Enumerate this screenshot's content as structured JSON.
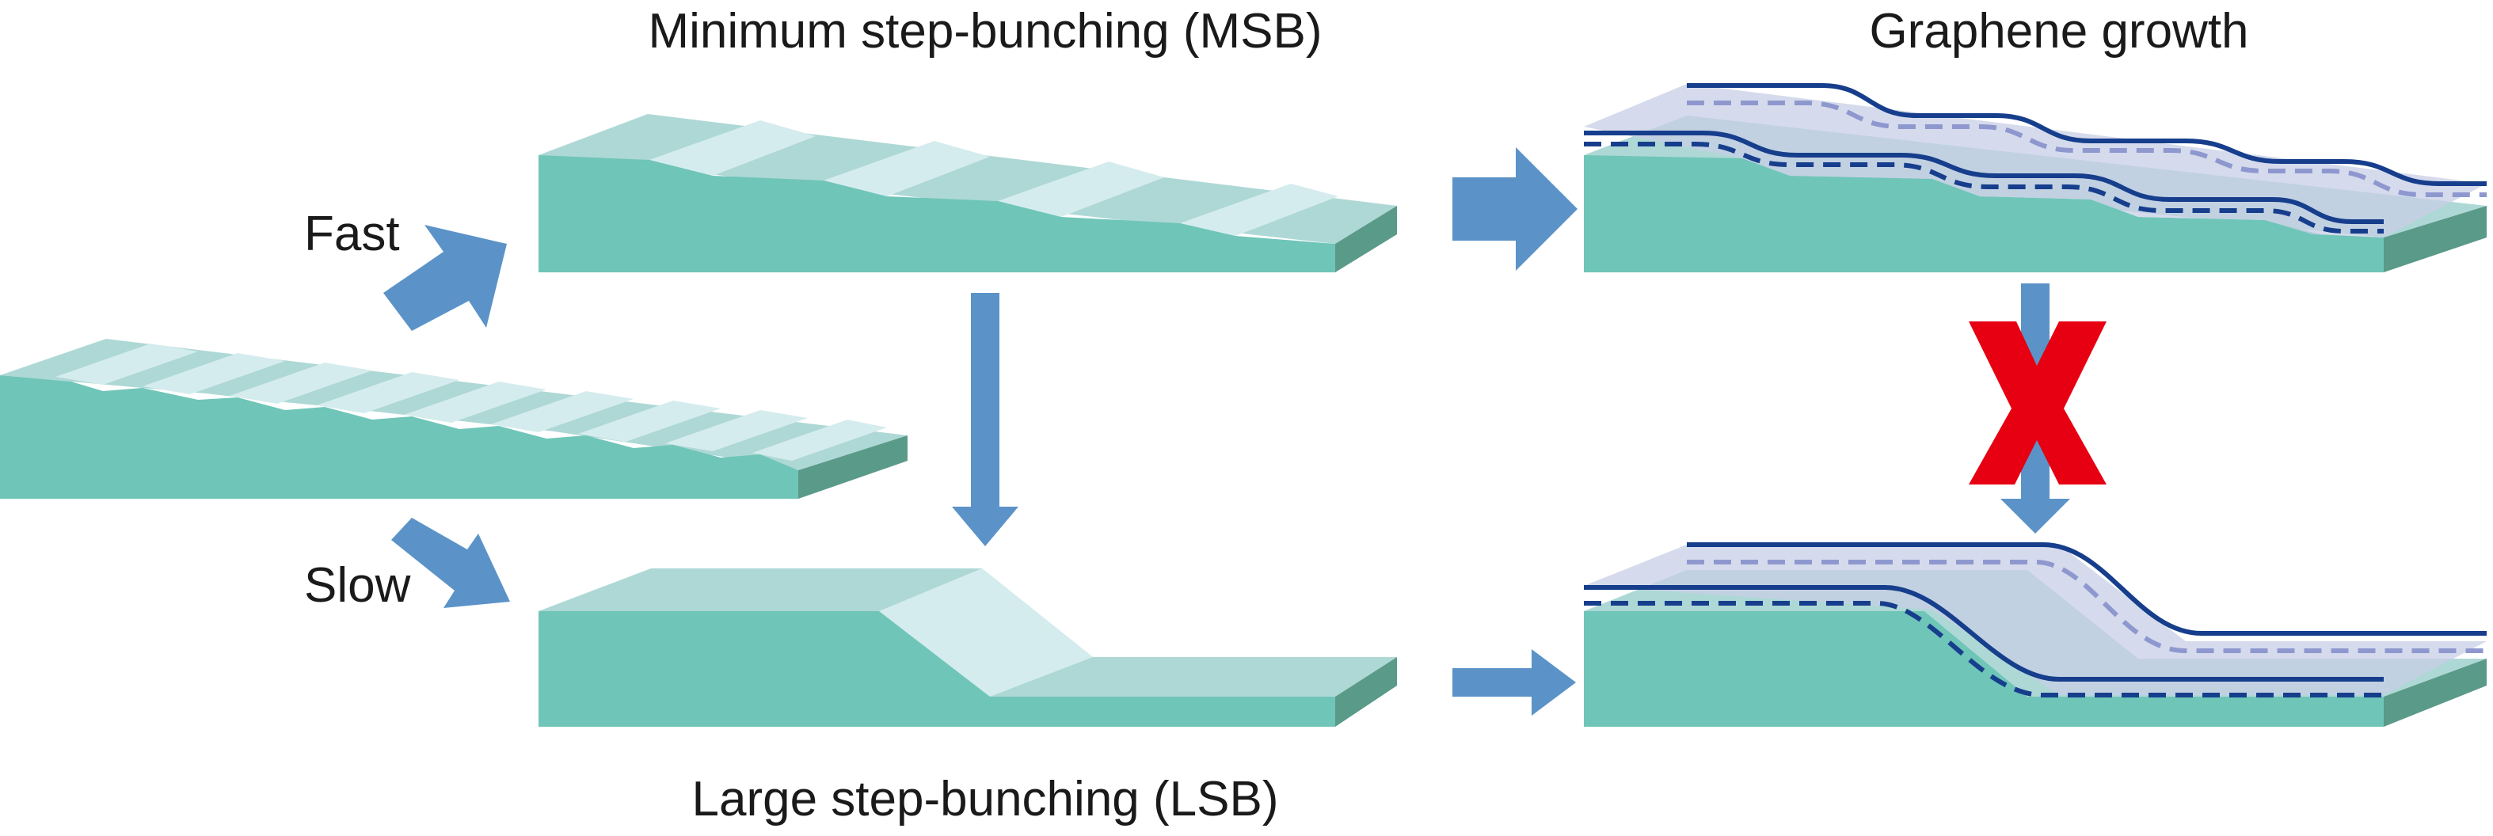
{
  "titles": {
    "msb": "Minimum step-bunching (MSB)",
    "growth": "Graphene growth",
    "lsb": "Large step-bunching (LSB)"
  },
  "labels": {
    "fast": "Fast",
    "slow": "Slow"
  },
  "colors": {
    "substrate_front": "#6fc5b8",
    "substrate_top": "#aed8d5",
    "substrate_riser": "#d5ecee",
    "substrate_side": "#5a9a88",
    "arrow": "#5b93c8",
    "graphene_fill": "#c7cfe6",
    "graphene_line": "#163e8c",
    "graphene_dashed": "#8e98cf",
    "cross": "#e60012"
  },
  "icons": {
    "blocked": "red-cross-mark"
  }
}
